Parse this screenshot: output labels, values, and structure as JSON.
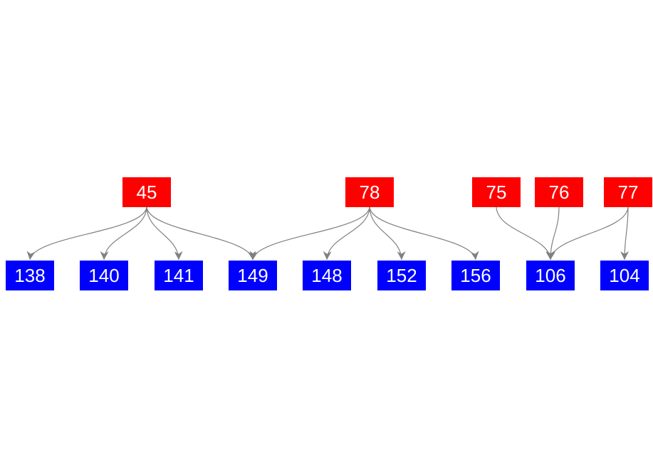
{
  "diagram": {
    "colors": {
      "parent_fill": "#ff0000",
      "child_fill": "#0000ff",
      "label_color": "#ffffff",
      "edge_color": "#808080",
      "background": "#ffffff"
    },
    "parents": [
      {
        "id": "p45",
        "label": "45"
      },
      {
        "id": "p78",
        "label": "78"
      },
      {
        "id": "p75",
        "label": "75"
      },
      {
        "id": "p76",
        "label": "76"
      },
      {
        "id": "p77",
        "label": "77"
      }
    ],
    "children": [
      {
        "id": "c138",
        "label": "138"
      },
      {
        "id": "c140",
        "label": "140"
      },
      {
        "id": "c141",
        "label": "141"
      },
      {
        "id": "c149",
        "label": "149"
      },
      {
        "id": "c148",
        "label": "148"
      },
      {
        "id": "c152",
        "label": "152"
      },
      {
        "id": "c156",
        "label": "156"
      },
      {
        "id": "c106",
        "label": "106"
      },
      {
        "id": "c104",
        "label": "104"
      }
    ],
    "edges": [
      {
        "from": "p45",
        "to": "c138"
      },
      {
        "from": "p45",
        "to": "c140"
      },
      {
        "from": "p45",
        "to": "c141"
      },
      {
        "from": "p45",
        "to": "c149"
      },
      {
        "from": "p78",
        "to": "c149"
      },
      {
        "from": "p78",
        "to": "c148"
      },
      {
        "from": "p78",
        "to": "c152"
      },
      {
        "from": "p78",
        "to": "c156"
      },
      {
        "from": "p75",
        "to": "c106"
      },
      {
        "from": "p76",
        "to": "c106"
      },
      {
        "from": "p77",
        "to": "c106"
      },
      {
        "from": "p77",
        "to": "c104"
      }
    ]
  }
}
